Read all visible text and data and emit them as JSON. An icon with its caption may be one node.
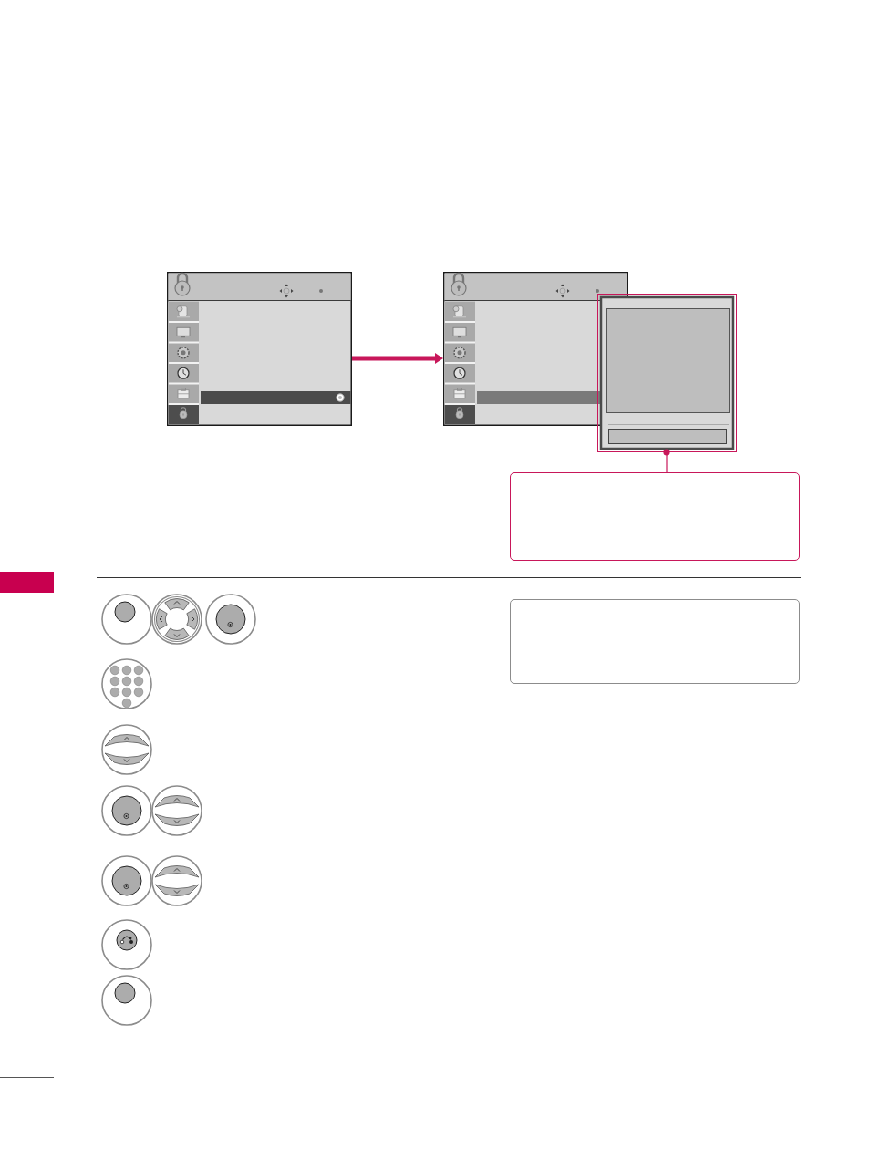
{
  "diagram": {
    "nodes": [
      {
        "text": [],
        "shape": "picture"
      },
      {
        "text": [],
        "shape": "picture"
      },
      {
        "text": [],
        "shape": "box"
      },
      {
        "text": [],
        "shape": "box"
      },
      {
        "text": [],
        "shape": "box"
      }
    ],
    "edges": [
      {
        "from": 0,
        "to": 1,
        "arrow": "to",
        "style": "thick"
      },
      {
        "from": 3,
        "to": 2,
        "arrow": "other"
      }
    ]
  }
}
